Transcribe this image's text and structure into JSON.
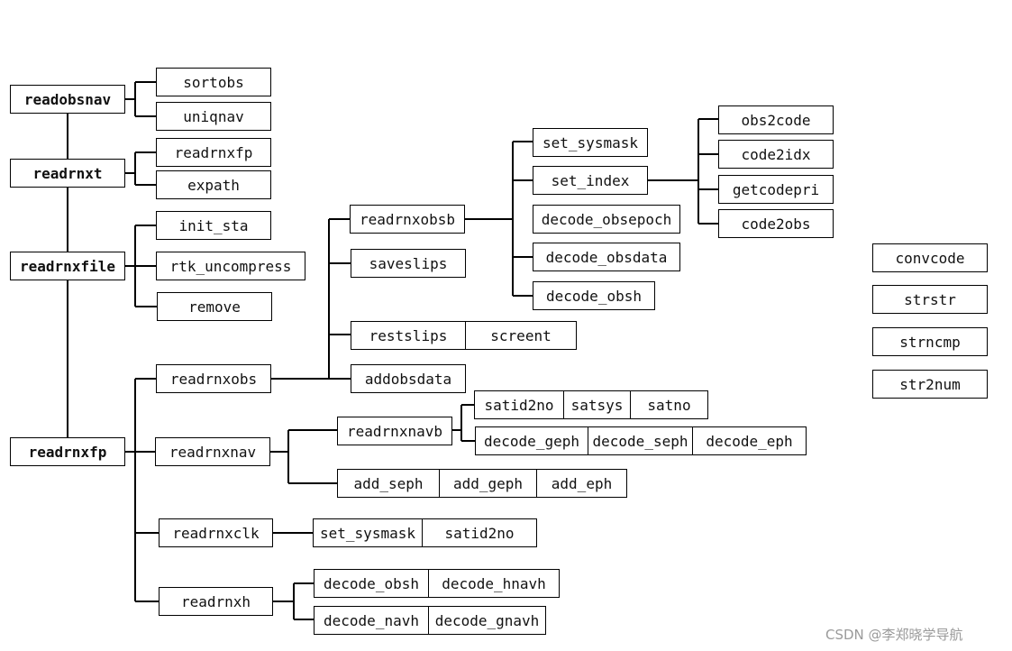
{
  "nodes": {
    "readobsnav": "readobsnav",
    "sortobs": "sortobs",
    "uniqnav": "uniqnav",
    "readrnxt": "readrnxt",
    "readrnxfp_a": "readrnxfp",
    "expath": "expath",
    "readrnxfile": "readrnxfile",
    "init_sta": "init_sta",
    "rtk_uncompress": "rtk_uncompress",
    "remove": "remove",
    "readrnxfp_main": "readrnxfp",
    "readrnxobs": "readrnxobs",
    "readrnxobsb": "readrnxobsb",
    "saveslips": "saveslips",
    "restslips": "restslips",
    "screent": "screent",
    "addobsdata": "addobsdata",
    "set_sysmask_a": "set_sysmask",
    "set_index": "set_index",
    "decode_obsepoch": "decode_obsepoch",
    "decode_obsdata": "decode_obsdata",
    "decode_obsh_a": "decode_obsh",
    "obs2code": "obs2code",
    "code2idx": "code2idx",
    "getcodepri": "getcodepri",
    "code2obs": "code2obs",
    "readrnxnav": "readrnxnav",
    "readrnxnavb": "readrnxnavb",
    "satid2no_a": "satid2no",
    "satsys": "satsys",
    "satno": "satno",
    "decode_geph": "decode_geph",
    "decode_seph": "decode_seph",
    "decode_eph": "decode_eph",
    "add_seph": "add_seph",
    "add_geph": "add_geph",
    "add_eph": "add_eph",
    "readrnxclk": "readrnxclk",
    "set_sysmask_b": "set_sysmask",
    "satid2no_b": "satid2no",
    "readrnxh": "readrnxh",
    "decode_obsh_b": "decode_obsh",
    "decode_hnavh": "decode_hnavh",
    "decode_navh": "decode_navh",
    "decode_gnavh": "decode_gnavh",
    "convcode": "convcode",
    "strstr": "strstr",
    "strncmp": "strncmp",
    "str2num": "str2num"
  },
  "watermark": "CSDN @李郑晓学导航"
}
